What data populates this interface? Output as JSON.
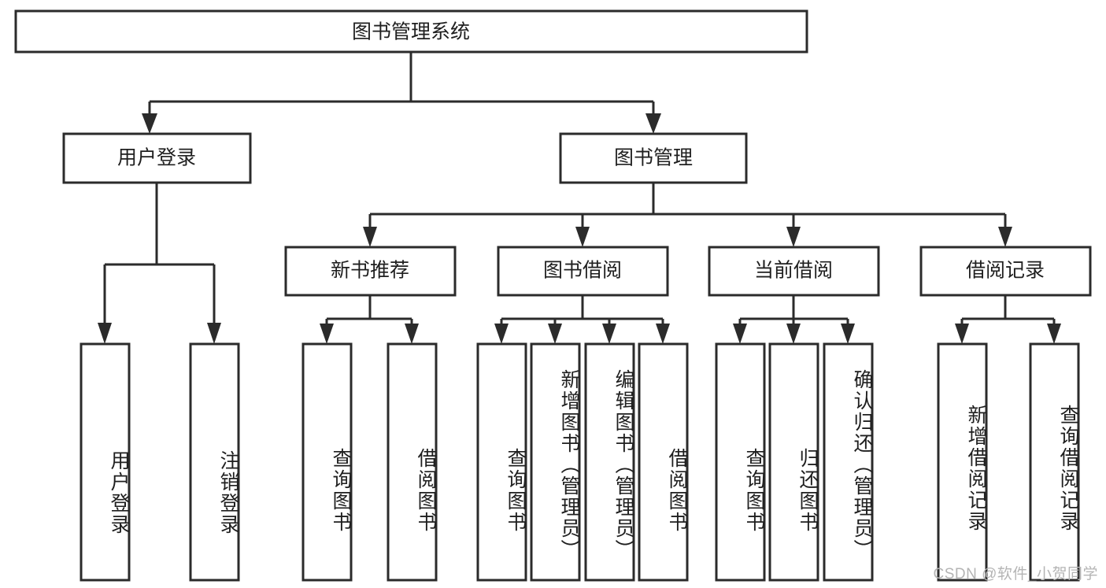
{
  "diagram": {
    "type": "tree-hierarchy",
    "title": "图书管理系统",
    "background_color": "#ffffff",
    "stroke_color": "#2b2b2b",
    "text_color": "#1f1f1f",
    "root": {
      "id": "root",
      "label": "图书管理系统",
      "orientation": "horizontal"
    },
    "level2": [
      {
        "id": "user-login",
        "label": "用户登录",
        "orientation": "horizontal"
      },
      {
        "id": "book-management",
        "label": "图书管理",
        "orientation": "horizontal"
      }
    ],
    "level3": [
      {
        "id": "new-book-recommend",
        "label": "新书推荐",
        "orientation": "horizontal",
        "parent": "book-management"
      },
      {
        "id": "book-borrow",
        "label": "图书借阅",
        "orientation": "horizontal",
        "parent": "book-management"
      },
      {
        "id": "current-borrow",
        "label": "当前借阅",
        "orientation": "horizontal",
        "parent": "book-management"
      },
      {
        "id": "borrow-record",
        "label": "借阅记录",
        "orientation": "horizontal",
        "parent": "book-management"
      }
    ],
    "leaves": [
      {
        "id": "leaf-user-login",
        "label": "用户登录",
        "parent": "user-login",
        "orientation": "vertical"
      },
      {
        "id": "leaf-user-logout",
        "label": "注销登录",
        "parent": "user-login",
        "orientation": "vertical"
      },
      {
        "id": "leaf-query-book-1",
        "label": "查询图书",
        "parent": "new-book-recommend",
        "orientation": "vertical"
      },
      {
        "id": "leaf-borrow-book-1",
        "label": "借阅图书",
        "parent": "new-book-recommend",
        "orientation": "vertical"
      },
      {
        "id": "leaf-query-book-2",
        "label": "查询图书",
        "parent": "book-borrow",
        "orientation": "vertical"
      },
      {
        "id": "leaf-add-book",
        "label": "新增图书（管理员）",
        "parent": "book-borrow",
        "orientation": "vertical"
      },
      {
        "id": "leaf-edit-book",
        "label": "编辑图书（管理员）",
        "parent": "book-borrow",
        "orientation": "vertical"
      },
      {
        "id": "leaf-borrow-book-2",
        "label": "借阅图书",
        "parent": "book-borrow",
        "orientation": "vertical"
      },
      {
        "id": "leaf-query-book-3",
        "label": "查询图书",
        "parent": "current-borrow",
        "orientation": "vertical"
      },
      {
        "id": "leaf-return-book",
        "label": "归还图书",
        "parent": "current-borrow",
        "orientation": "vertical"
      },
      {
        "id": "leaf-confirm-return",
        "label": "确认归还（管理员）",
        "parent": "current-borrow",
        "orientation": "vertical"
      },
      {
        "id": "leaf-add-record",
        "label": "新增借阅记录",
        "parent": "borrow-record",
        "orientation": "vertical"
      },
      {
        "id": "leaf-query-record",
        "label": "查询借阅记录",
        "parent": "borrow-record",
        "orientation": "vertical"
      }
    ]
  },
  "watermark": {
    "text": "CSDN @软件_小贺同学"
  }
}
